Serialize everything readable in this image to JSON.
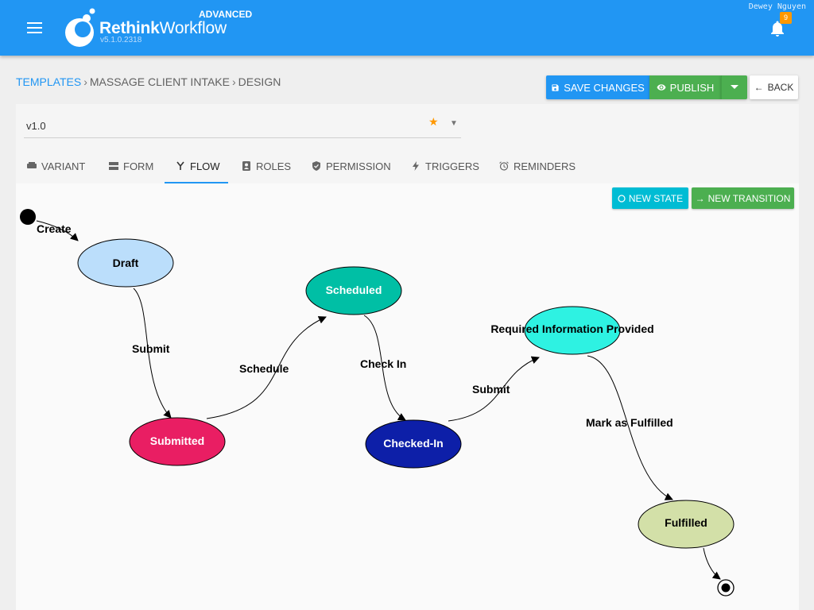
{
  "header": {
    "brand_bold": "Rethink",
    "brand_light": "Workflow",
    "version": "v5.1.0.2318",
    "edition": "ADVANCED",
    "user_name": "Dewey Nguyen",
    "notification_count": "9"
  },
  "breadcrumb": {
    "items": [
      "TEMPLATES",
      "MASSAGE CLIENT INTAKE",
      "DESIGN"
    ]
  },
  "toolbar": {
    "save_label": "SAVE CHANGES",
    "publish_label": "PUBLISH",
    "back_label": "BACK"
  },
  "version_select": {
    "value": "v1.0"
  },
  "tabs": [
    {
      "label": "VARIANT",
      "icon": "variant-icon"
    },
    {
      "label": "FORM",
      "icon": "form-icon"
    },
    {
      "label": "FLOW",
      "icon": "flow-icon",
      "active": true
    },
    {
      "label": "ROLES",
      "icon": "roles-icon"
    },
    {
      "label": "PERMISSION",
      "icon": "permission-icon"
    },
    {
      "label": "TRIGGERS",
      "icon": "triggers-icon"
    },
    {
      "label": "REMINDERS",
      "icon": "reminders-icon"
    }
  ],
  "flow_actions": {
    "new_state_label": "NEW STATE",
    "new_transition_label": "NEW TRANSITION"
  },
  "states": [
    {
      "id": "draft",
      "label": "Draft",
      "color": "#bbdefb",
      "text_color": "#000000"
    },
    {
      "id": "submitted",
      "label": "Submitted",
      "color": "#e91e63",
      "text_color": "#ffffff"
    },
    {
      "id": "scheduled",
      "label": "Scheduled",
      "color": "#00bfa5",
      "text_color": "#ffffff"
    },
    {
      "id": "checked_in",
      "label": "Checked-In",
      "color": "#0d1fa8",
      "text_color": "#ffffff"
    },
    {
      "id": "required_info",
      "label": "Required Information Provided",
      "color": "#2ef2e2",
      "text_color": "#000000"
    },
    {
      "id": "fulfilled",
      "label": "Fulfilled",
      "color": "#d3e0a8",
      "text_color": "#000000"
    }
  ],
  "transitions": [
    {
      "id": "create",
      "label": "Create"
    },
    {
      "id": "submit_1",
      "label": "Submit"
    },
    {
      "id": "schedule",
      "label": "Schedule"
    },
    {
      "id": "check_in",
      "label": "Check In"
    },
    {
      "id": "submit_2",
      "label": "Submit"
    },
    {
      "id": "mark_fulfilled",
      "label": "Mark as Fulfilled"
    }
  ],
  "colors": {
    "header": "#2196f3",
    "publish": "#4caf50",
    "new_state": "#00bcd4",
    "accent": "#ff9800"
  }
}
